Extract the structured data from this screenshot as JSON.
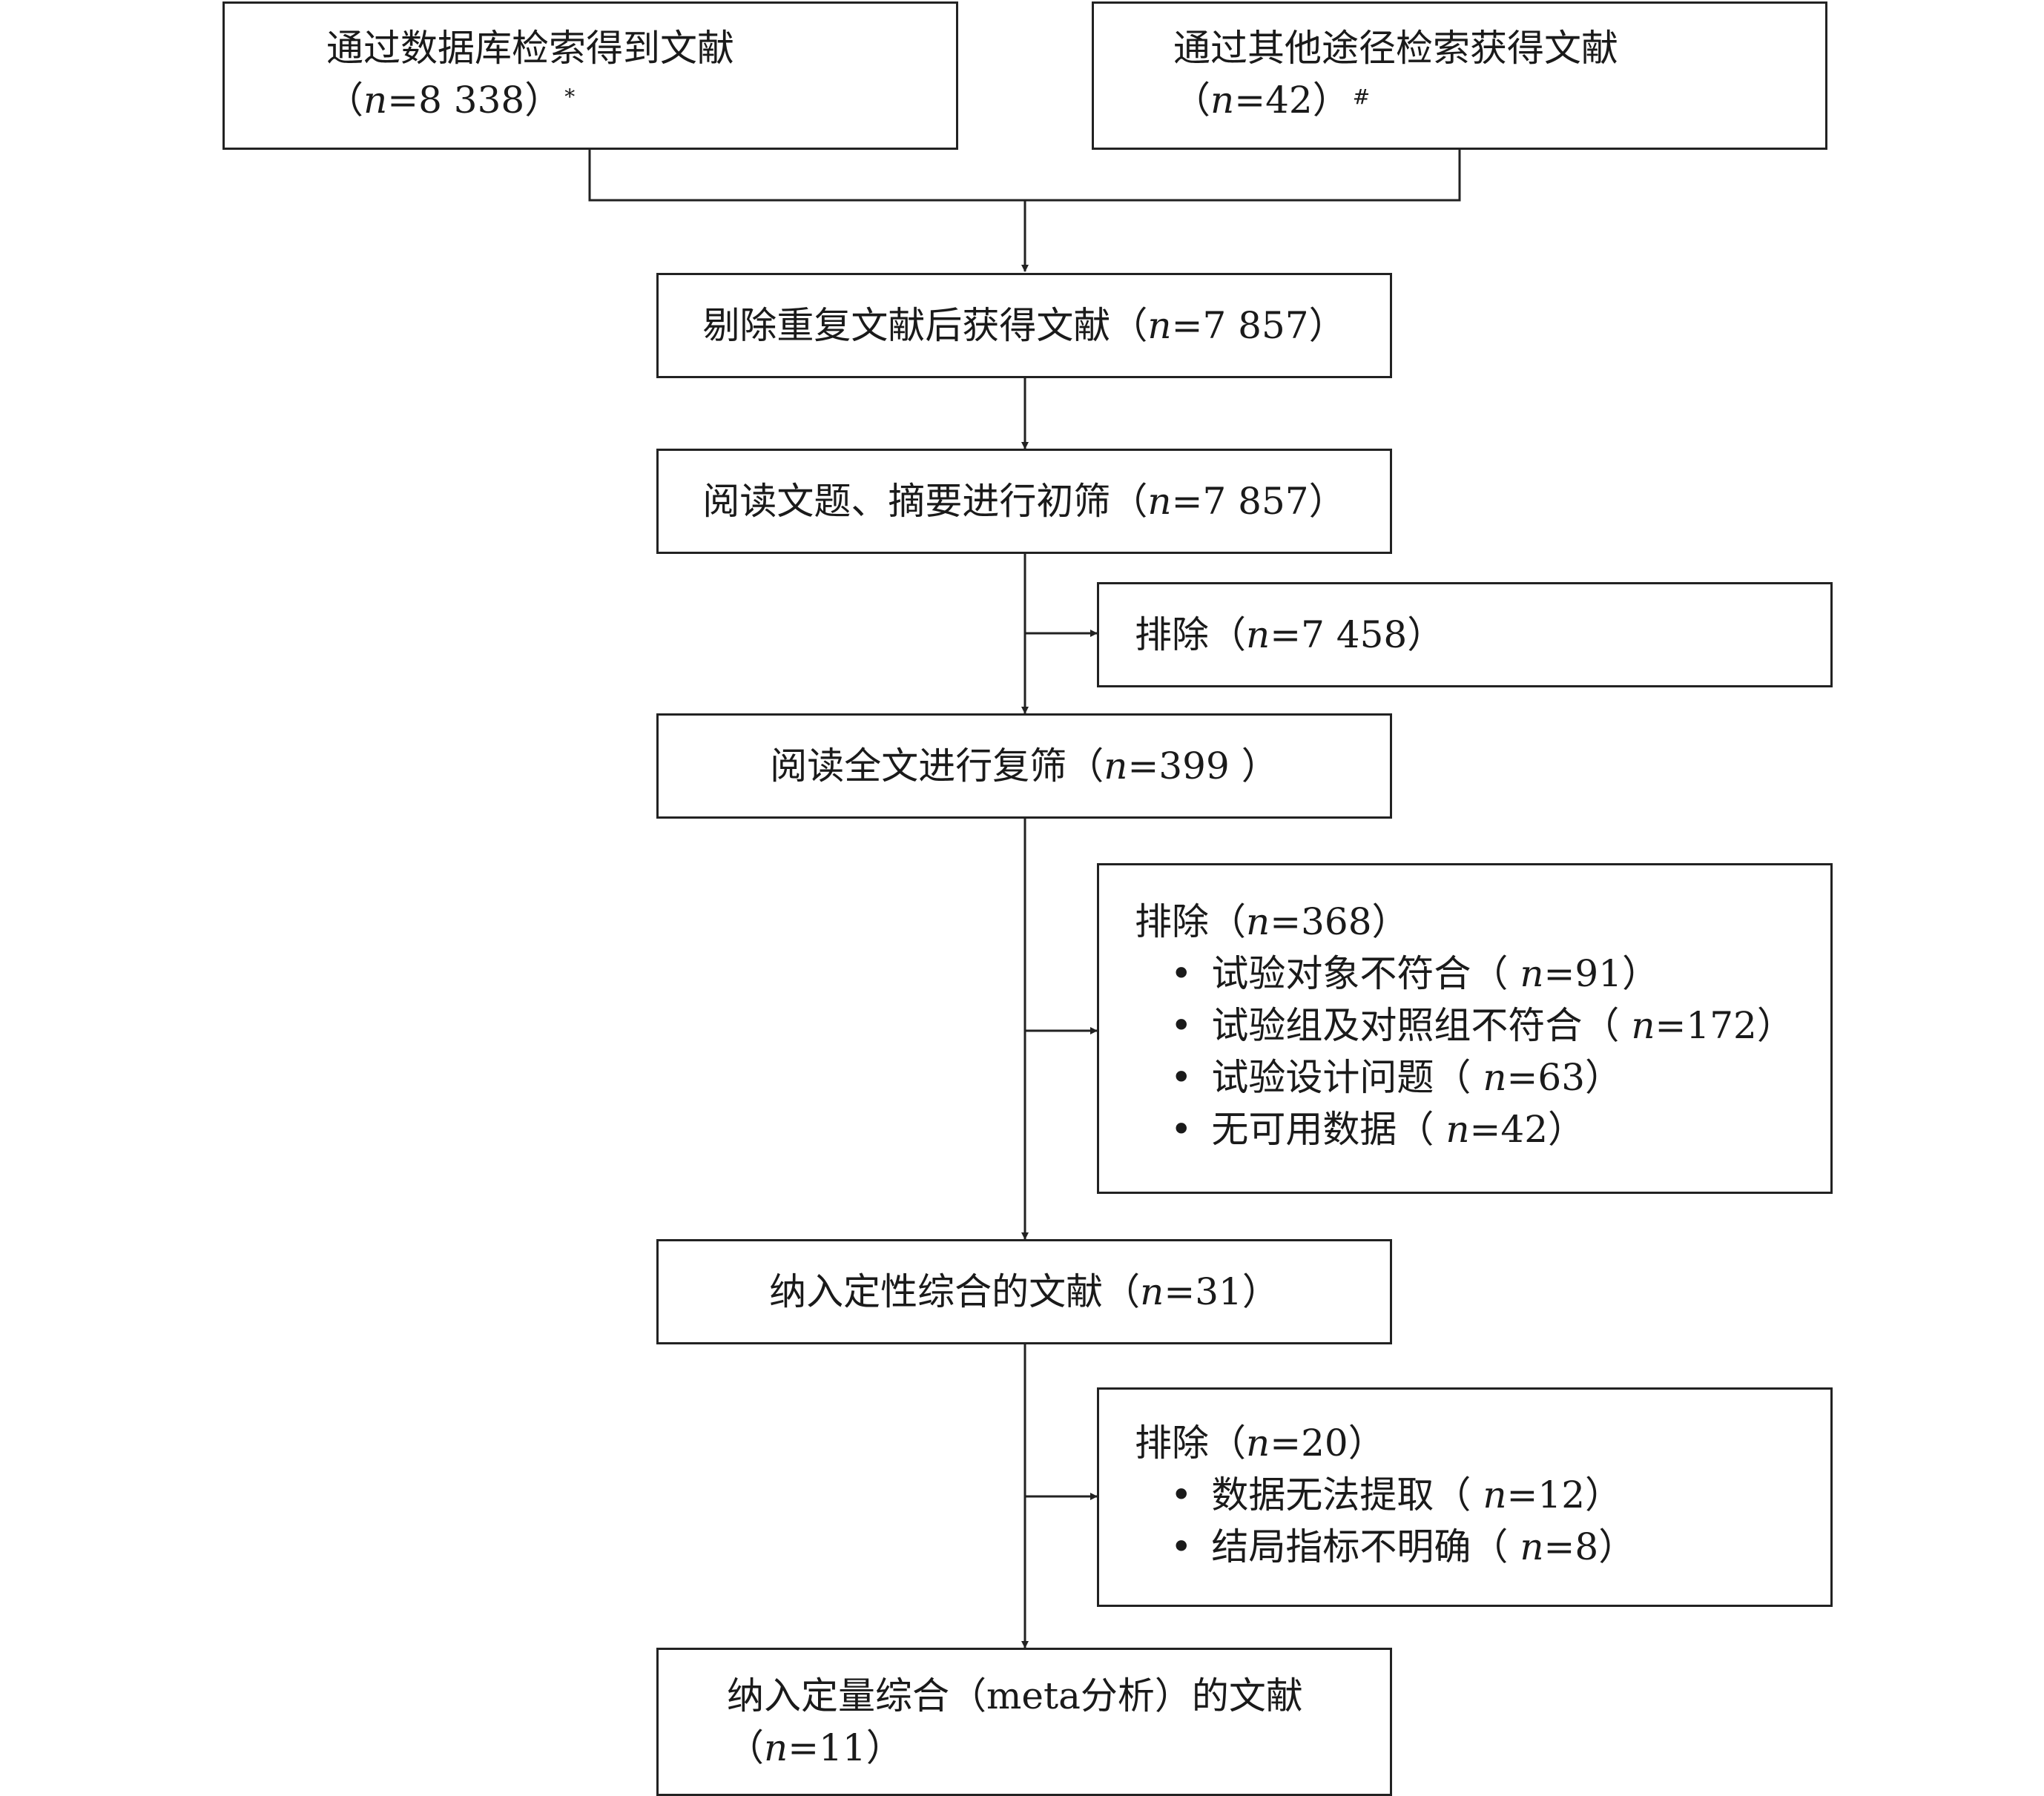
{
  "source_db": {
    "title": "通过数据库检索得到文献",
    "n_open": "（",
    "n_var": "n",
    "n_value": "=8 338",
    "n_close": "）",
    "mark": "*"
  },
  "source_other": {
    "title": "通过其他途径检索获得文献",
    "n_open": "（",
    "n_var": "n",
    "n_value": "=42",
    "n_close": "）",
    "mark": "#"
  },
  "dedup": {
    "title": "剔除重复文献后获得文献（",
    "n_var": "n",
    "n_value": "=7 857",
    "n_close": "）"
  },
  "screen1": {
    "title": "阅读文题、摘要进行初筛（",
    "n_var": "n",
    "n_value": "=7 857",
    "n_close": "）"
  },
  "exclude1": {
    "title": "排除（",
    "n_var": "n",
    "n_value": "=7 458",
    "n_close": "）"
  },
  "screen2": {
    "title": "阅读全文进行复筛（",
    "n_var": "n",
    "n_value": "=399",
    "n_close": " ）"
  },
  "exclude2": {
    "title": "排除（",
    "n_var": "n",
    "n_value": "=368",
    "n_close": "）",
    "items": [
      {
        "label": "试验对象不符合（ ",
        "n_var": "n",
        "n_value": "=91",
        "n_close": "）"
      },
      {
        "label": "试验组及对照组不符合（ ",
        "n_var": "n",
        "n_value": "=172",
        "n_close": "）"
      },
      {
        "label": "试验设计问题（ ",
        "n_var": "n",
        "n_value": "=63",
        "n_close": "）"
      },
      {
        "label": "无可用数据（ ",
        "n_var": "n",
        "n_value": "=42",
        "n_close": "）"
      }
    ]
  },
  "qualitative": {
    "title": "纳入定性综合的文献（",
    "n_var": "n",
    "n_value": "=31",
    "n_close": "）"
  },
  "exclude3": {
    "title": "排除（",
    "n_var": "n",
    "n_value": "=20",
    "n_close": "）",
    "items": [
      {
        "label": "数据无法提取（ ",
        "n_var": "n",
        "n_value": "=12",
        "n_close": "）"
      },
      {
        "label": "结局指标不明确（ ",
        "n_var": "n",
        "n_value": "=8",
        "n_close": "）"
      }
    ]
  },
  "quantitative": {
    "title": "纳入定量综合（meta分析）的文献",
    "n_open": "（",
    "n_var": "n",
    "n_value": "=11",
    "n_close": "）"
  },
  "colors": {
    "line": "#222222",
    "text": "#1a1a1a",
    "background": "#ffffff"
  }
}
